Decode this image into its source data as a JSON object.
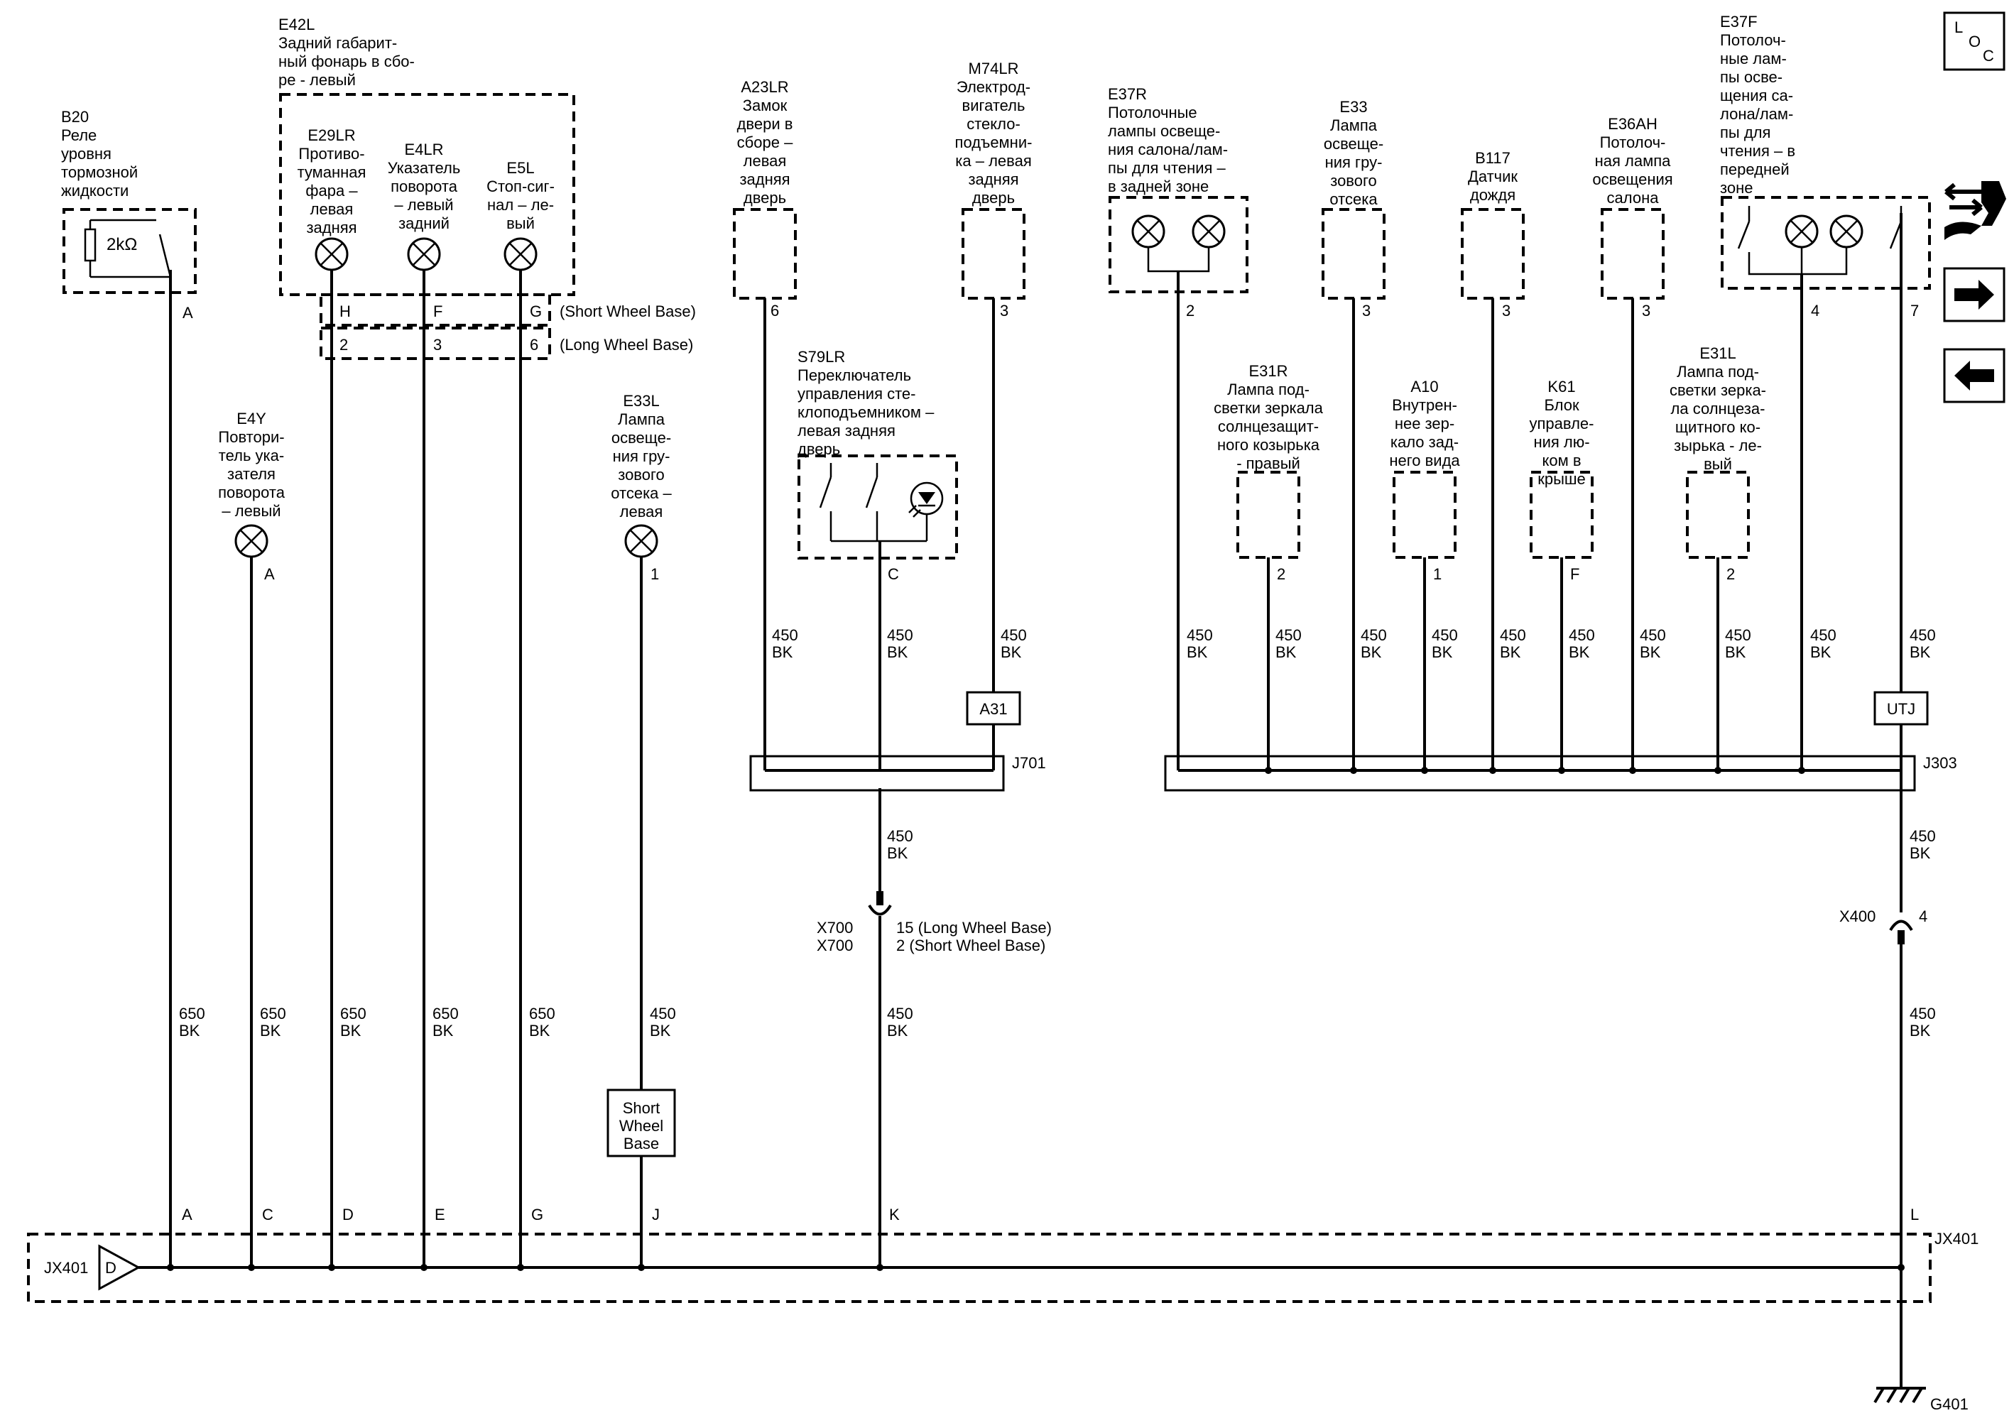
{
  "components": {
    "e42l": {
      "code": "E42L",
      "lines": [
        "Задний габарит-",
        "ный фонарь в сбо-",
        "ре - левый"
      ]
    },
    "b20": {
      "code": "B20",
      "lines": [
        "Реле",
        "уровня",
        "тормозной",
        "жидкости"
      ],
      "resistor": "2kΩ",
      "pin": "A"
    },
    "e29lr": {
      "code": "E29LR",
      "lines": [
        "Противо-",
        "туманная",
        "фара –",
        "левая",
        "задняя"
      ],
      "pin_swb": "H",
      "pin_lwb": "2"
    },
    "e4lr": {
      "code": "E4LR",
      "lines": [
        "Указатель",
        "поворота",
        "– левый",
        "задний"
      ],
      "pin_swb": "F",
      "pin_lwb": "3"
    },
    "e5l": {
      "code": "E5L",
      "lines": [
        "Стоп-сиг-",
        "нал – ле-",
        "вый"
      ],
      "pin_swb": "G",
      "pin_lwb": "6"
    },
    "e4y": {
      "code": "E4Y",
      "lines": [
        "Повтори-",
        "тель ука-",
        "зателя",
        "поворота",
        "– левый"
      ],
      "pin": "A"
    },
    "e33l": {
      "code": "E33L",
      "lines": [
        "Лампа",
        "освеще-",
        "ния гру-",
        "зового",
        "отсека –",
        "левая"
      ],
      "pin": "1"
    },
    "a23lr": {
      "code": "A23LR",
      "lines": [
        "Замок",
        "двери в",
        "сборе –",
        "левая",
        "задняя",
        "дверь"
      ],
      "pin": "6"
    },
    "m74lr": {
      "code": "M74LR",
      "lines": [
        "Электрод-",
        "вигатель",
        "стекло-",
        "подъемни-",
        "ка – левая",
        "задняя",
        "дверь"
      ],
      "pin": "3"
    },
    "s79lr": {
      "code": "S79LR",
      "lines": [
        "Переключатель",
        "управления сте-",
        "клоподъемником –",
        "левая задняя",
        "дверь"
      ],
      "pin": "C"
    },
    "e37r": {
      "code": "E37R",
      "lines": [
        "Потолочные",
        "лампы освеще-",
        "ния салона/лам-",
        "пы для чтения –",
        "в задней зоне"
      ],
      "pin": "2"
    },
    "e33": {
      "code": "E33",
      "lines": [
        "Лампа",
        "освеще-",
        "ния гру-",
        "зового",
        "отсека"
      ],
      "pin": "3"
    },
    "b117": {
      "code": "B117",
      "lines": [
        "Датчик",
        "дождя"
      ],
      "pin": "3"
    },
    "e36ah": {
      "code": "E36AH",
      "lines": [
        "Потолоч-",
        "ная лампа",
        "освещения",
        "салона"
      ],
      "pin": "3"
    },
    "e37f": {
      "code": "E37F",
      "lines": [
        "Потолоч-",
        "ные лам-",
        "пы осве-",
        "щения са-",
        "лона/лам-",
        "пы для",
        "чтения – в",
        "передней",
        "зоне"
      ],
      "pin_a": "4",
      "pin_b": "7"
    },
    "e31r": {
      "code": "E31R",
      "lines": [
        "Лампа под-",
        "светки зеркала",
        "солнцезащит-",
        "ного козырька",
        "- правый"
      ],
      "pin": "2"
    },
    "a10": {
      "code": "A10",
      "lines": [
        "Внутрен-",
        "нее зер-",
        "кало зад-",
        "него вида"
      ],
      "pin": "1"
    },
    "k61": {
      "code": "K61",
      "lines": [
        "Блок",
        "управле-",
        "ния лю-",
        "ком в",
        "крыше"
      ],
      "pin": "F"
    },
    "e31l": {
      "code": "E31L",
      "lines": [
        "Лампа под-",
        "светки зерка-",
        "ла солнцеза-",
        "щитного ко-",
        "зырька - ле-",
        "вый"
      ],
      "pin": "2"
    }
  },
  "variants": {
    "swb": "(Short Wheel Base)",
    "lwb": "(Long Wheel Base)"
  },
  "wires": {
    "w450": {
      "size": "450",
      "color": "BK"
    },
    "w650": {
      "size": "650",
      "color": "BK"
    }
  },
  "connectors": {
    "j701": "J701",
    "j303": "J303",
    "a31": "A31",
    "utj": "UTJ",
    "x700": {
      "label": "X700",
      "pins": [
        "15 (Long Wheel Base)",
        "2 (Short Wheel Base)"
      ]
    },
    "x400": {
      "label": "X400",
      "pin": "4"
    },
    "short_wheel_base": [
      "Short",
      "Wheel",
      "Base"
    ]
  },
  "jx401": {
    "label": "JX401",
    "right_label": "JX401",
    "input_pin": "D",
    "pins": [
      "A",
      "C",
      "D",
      "E",
      "G",
      "J",
      "K",
      "L"
    ]
  },
  "ground": "G401",
  "loc": {
    "letters": [
      "L",
      "O",
      "C"
    ]
  },
  "nav_icons": [
    "connector-wrench-icon",
    "arrow-right-icon",
    "arrow-left-icon"
  ]
}
